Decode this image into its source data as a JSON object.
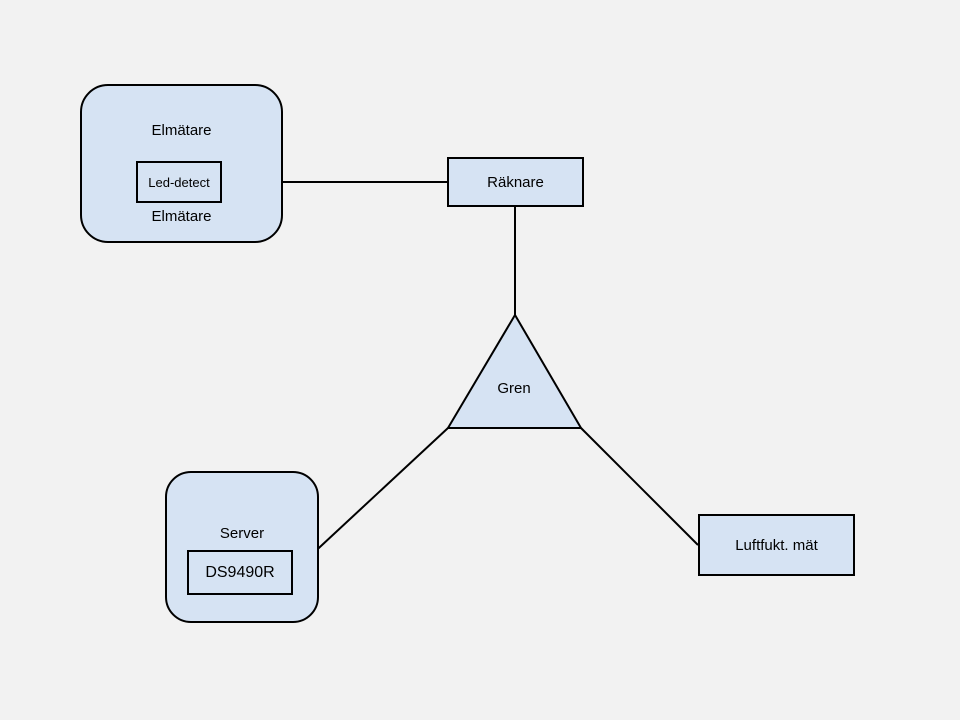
{
  "diagram": {
    "background_color": "#f2f2f2",
    "node_fill_color": "#d6e3f3",
    "stroke_color": "#000000",
    "nodes": {
      "elmatare": {
        "label": "Elmätare",
        "device": "Led-detect"
      },
      "raknare": {
        "label": "Räknare"
      },
      "gren": {
        "label": "Gren"
      },
      "server": {
        "label": "Server",
        "device": "DS9490R"
      },
      "luftfukt": {
        "label": "Luftfukt. mät"
      }
    },
    "edges": [
      {
        "from": "Led-detect",
        "to": "Räknare"
      },
      {
        "from": "Räknare",
        "to": "Gren"
      },
      {
        "from": "Gren",
        "to": "DS9490R"
      },
      {
        "from": "Gren",
        "to": "Luftfukt. mät"
      }
    ]
  }
}
